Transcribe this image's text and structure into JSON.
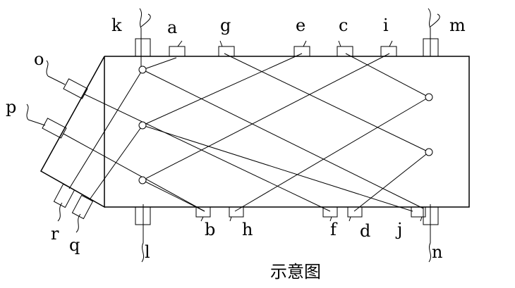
{
  "labels": {
    "k": "k",
    "a": "a",
    "g": "g",
    "e": "e",
    "c": "c",
    "i": "i",
    "m": "m",
    "o": "o",
    "p": "p",
    "r": "r",
    "q": "q",
    "l": "l",
    "b": "b",
    "h": "h",
    "f": "f",
    "d": "d",
    "j": "j",
    "n": "n"
  },
  "caption": "示意图"
}
